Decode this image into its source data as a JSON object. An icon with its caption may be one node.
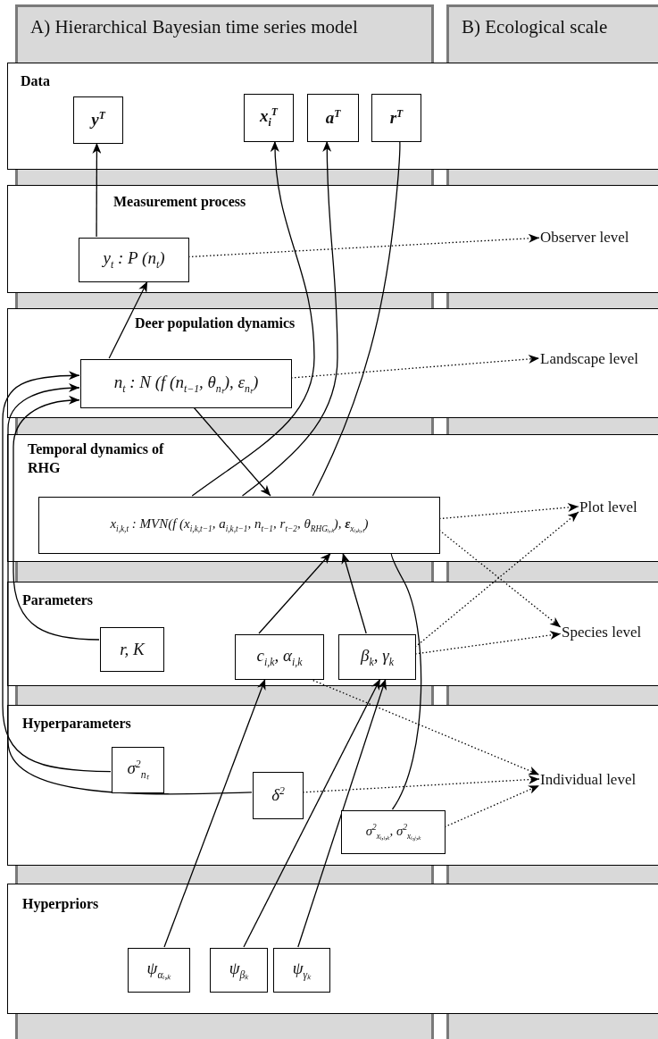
{
  "diagram": {
    "nodes": [
      {
        "text": [
          "A) Hierarchical Bayesian time series model"
        ]
      },
      {
        "text": [
          "B) Ecological scale"
        ]
      },
      {
        "text": [
          "Data"
        ]
      },
      {
        "text": [
          "y$^{T}$"
        ],
        "in": 2
      },
      {
        "text": [
          "x$_{i}$$^{T}$"
        ],
        "in": 2
      },
      {
        "text": [
          "a$^{T}$"
        ],
        "in": 2
      },
      {
        "text": [
          "r$^{T}$"
        ],
        "in": 2
      },
      {
        "text": [
          "Measurement process"
        ]
      },
      {
        "text": [
          "y$_{t}$ : P (n$_{t}$)"
        ],
        "in": 7
      },
      {
        "text": [
          "Observer level"
        ],
        "in": 7
      },
      {
        "text": [
          "Deer population dynamics"
        ]
      },
      {
        "text": [
          "n$_{t}$ : N (f (n$_{t−1}$, θ$_{nₜ}$), ε$_{nₜ}$)"
        ],
        "in": 10
      },
      {
        "text": [
          "Landscape level"
        ],
        "in": 10
      },
      {
        "text": [
          "Temporal dynamics of RHG"
        ]
      },
      {
        "text": [
          "x$_{i,k,t}$ : MVN(f (x$_{i,k,t−1}$, a$_{i,k,t−1}$, n$_{t−1}$, r$_{t−2}$, θ$_{RHGᵢ,ₖ}$), **ε**$_{xᵢ,ₖ,ₜ}$)"
        ],
        "in": 13
      },
      {
        "text": [
          "Plot level"
        ],
        "in": 13
      },
      {
        "text": [
          "Parameters"
        ]
      },
      {
        "text": [
          "r, K"
        ],
        "in": 16
      },
      {
        "text": [
          "c$_{i,k}$, α$_{i,k}$"
        ],
        "in": 16
      },
      {
        "text": [
          "β$_{k}$, γ$_{k}$"
        ],
        "in": 16
      },
      {
        "text": [
          "Species level"
        ],
        "in": 16
      },
      {
        "text": [
          "Hyperparameters"
        ]
      },
      {
        "text": [
          "σ$^{2}$$_{nₜ}$"
        ],
        "in": 21
      },
      {
        "text": [
          "δ$^{2}$"
        ],
        "in": 21
      },
      {
        "text": [
          "σ$^{2}$$_{xᵢ,ᵢ,ₖ}$, σ$^{2}$$_{xᵢ,ⱼ,ₖ}$"
        ],
        "in": 21
      },
      {
        "text": [
          "Individual level"
        ],
        "in": 21
      },
      {
        "text": [
          "Hyperpriors"
        ]
      },
      {
        "text": [
          "ψ$_{αᵢ,ₖ}$"
        ],
        "in": 26
      },
      {
        "text": [
          "ψ$_{βₖ}$"
        ],
        "in": 26
      },
      {
        "text": [
          "ψ$_{γₖ}$"
        ],
        "in": 26
      }
    ],
    "edges": [
      {
        "from": 8,
        "to": 3,
        "arrow": "to"
      },
      {
        "from": 11,
        "to": 8,
        "arrow": "to"
      },
      {
        "from": 8,
        "to": 9,
        "arrow": "to",
        "style": "dashed"
      },
      {
        "from": 11,
        "to": 12,
        "arrow": "to",
        "style": "dashed"
      },
      {
        "from": 14,
        "to": 4,
        "arrow": "to"
      },
      {
        "from": 14,
        "to": 5,
        "arrow": "to"
      },
      {
        "from": 14,
        "to": 6,
        "arrow": "to"
      },
      {
        "from": 17,
        "to": 11,
        "arrow": "to"
      },
      {
        "from": 11,
        "to": 14,
        "arrow": "to"
      },
      {
        "from": 18,
        "to": 14,
        "arrow": "to"
      },
      {
        "from": 19,
        "to": 14,
        "arrow": "to"
      },
      {
        "from": 24,
        "to": 14,
        "arrow": "to"
      },
      {
        "from": 14,
        "to": 15,
        "arrow": "to",
        "style": "dashed"
      },
      {
        "from": 14,
        "to": 20,
        "arrow": "to",
        "style": "dashed"
      },
      {
        "from": 19,
        "to": 15,
        "arrow": "to",
        "style": "dashed"
      },
      {
        "from": 19,
        "to": 20,
        "arrow": "to",
        "style": "dashed"
      },
      {
        "from": 18,
        "to": 25,
        "arrow": "to",
        "style": "dashed"
      },
      {
        "from": 23,
        "to": 25,
        "arrow": "to",
        "style": "dashed"
      },
      {
        "from": 24,
        "to": 25,
        "arrow": "to",
        "style": "dashed"
      },
      {
        "from": 27,
        "to": 18,
        "arrow": "to"
      },
      {
        "from": 28,
        "to": 19,
        "arrow": "to"
      },
      {
        "from": 29,
        "to": 19,
        "arrow": "to"
      },
      {
        "from": 22,
        "to": 11,
        "arrow": "to"
      },
      {
        "from": 23,
        "to": 11,
        "arrow": "to"
      }
    ]
  }
}
